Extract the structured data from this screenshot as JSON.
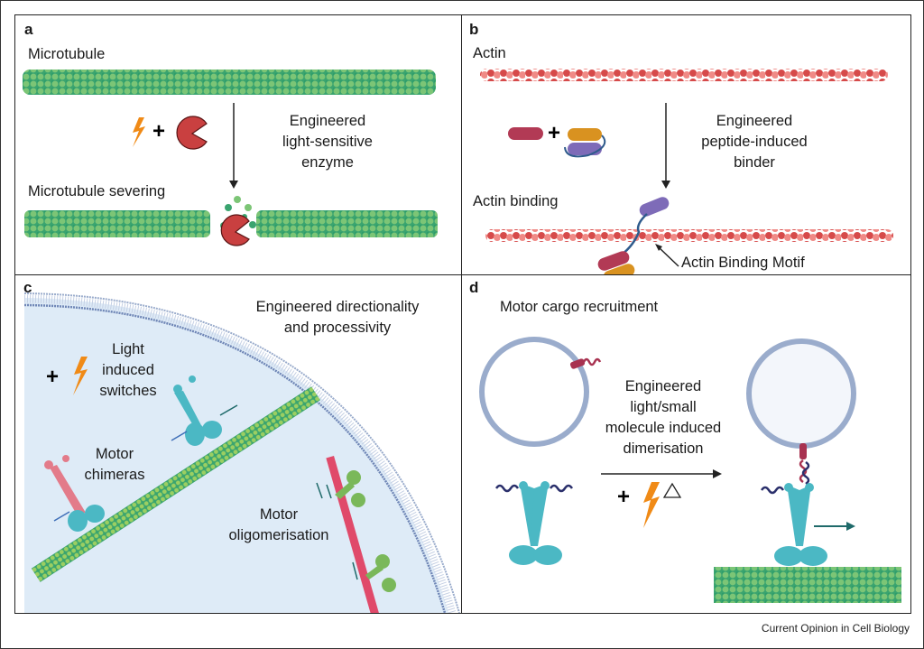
{
  "panels": {
    "a": {
      "label": "a",
      "title": "Microtubule",
      "result_title": "Microtubule severing",
      "arrow_text": [
        "Engineered",
        "light-sensitive",
        "enzyme"
      ],
      "icons": [
        "lightning-icon",
        "plus-icon",
        "enzyme-pacman-icon"
      ]
    },
    "b": {
      "label": "b",
      "title": "Actin",
      "result_title": "Actin binding",
      "arrow_text": [
        "Engineered",
        "peptide-induced",
        "binder"
      ],
      "annotation": "Actin Binding Motif"
    },
    "c": {
      "label": "c",
      "heading": [
        "Engineered directionality",
        "and processivity"
      ],
      "switches": [
        "Light",
        "induced",
        "switches"
      ],
      "chimeras": [
        "Motor",
        "chimeras"
      ],
      "oligomerisation": [
        "Motor",
        "oligomerisation"
      ]
    },
    "d": {
      "label": "d",
      "title": "Motor cargo recruitment",
      "arrow_text": [
        "Engineered",
        "light/small",
        "molecule induced",
        "dimerisation"
      ]
    }
  },
  "colors": {
    "microtubule_dark": "#2e9d6a",
    "microtubule_light": "#7cc576",
    "actin_dark": "#d64a4a",
    "actin_light": "#f08a86",
    "enzyme": "#c94040",
    "lightning": "#f08a16",
    "motor": "#4bb8c4",
    "membrane": "#9aaccc",
    "cell_bg": "#deebf7"
  },
  "credit": "Current Opinion in Cell Biology"
}
